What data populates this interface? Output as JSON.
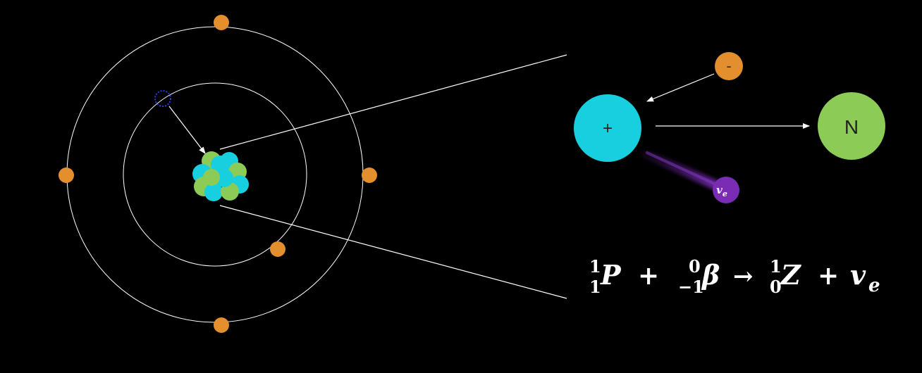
{
  "labels": {
    "electron_sign": "-",
    "proton_sign": "+",
    "neutron_letter": "N",
    "neutrino_main": "v",
    "neutrino_sub": "e"
  },
  "equation": {
    "t1_sup": "1",
    "t1_sub": "1",
    "t1_sym": "P",
    "op1": "+",
    "t2_sup": "0",
    "t2_sub": "−1",
    "t2_sym": "β",
    "arrow": "→",
    "t3_sup": "1",
    "t3_sub": "0",
    "t3_sym": "Z",
    "op2": "+",
    "t4_main": "v",
    "t4_sub": "e"
  },
  "colors": {
    "background": "#000000",
    "electron": "#E38F2E",
    "proton": "#18CFE0",
    "neutron": "#8DCB57",
    "neutrino": "#7A2DB4",
    "orbit": "#FFFFFF",
    "captured_electron_outline": "#2B3FD8"
  }
}
